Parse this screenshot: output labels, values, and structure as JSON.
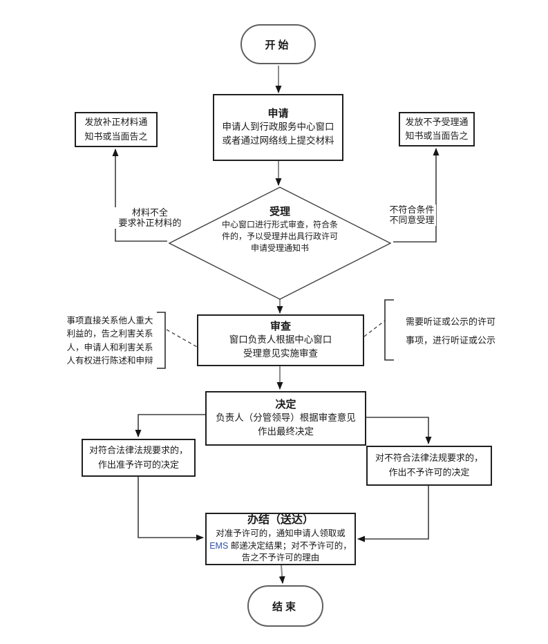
{
  "nodes": {
    "start": "开始",
    "apply_title": "申请",
    "apply_body": "申请人到行政服务中心窗口\n或者通过网络线上提交材料",
    "accept_title": "受理",
    "accept_body": "中心窗口进行形式审查，符合条\n件的，予以受理并出具行政许可\n申请受理通知书",
    "notice_supplement": "发放补正材料通\n知书或当面告之",
    "notice_reject": "发放不予受理通\n知书或当面告之",
    "review_title": "审查",
    "review_body": "窗口负责人根据中心窗口\n受理意见实施审查",
    "decide_title": "决定",
    "decide_body": "负责人（分管领导）根据审查意见\n作出最终决定",
    "approve_box": "对符合法律法规要求的，\n作出准予许可的决定",
    "deny_box": "对不符合法律法规要求的，\n作出不予许可的决定",
    "complete_title": "办结（送达）",
    "complete_body_pre": "对准予许可的，通知申请人领取或\n",
    "complete_ems": "EMS",
    "complete_body_post": " 邮递决定结果；对不予许可的，\n告之不予许可的理由",
    "end": "结束"
  },
  "edge_labels": {
    "incomplete": "材料不全\n要求补正材料的",
    "not_qualified": "不符合条件\n不同意受理"
  },
  "annotations": {
    "left_note": "事项直接关系他人重大\n利益的，告之利害关系\n人，申请人和利害关系\n人有权进行陈述和申辩",
    "right_note": "需要听证或公示的许可\n事项，进行听证或公示"
  },
  "colors": {
    "ems_text": "#3050a8",
    "line_main": "#8a8a8a",
    "line_branch": "#3d3d3d",
    "border": "#1f1f1f"
  }
}
